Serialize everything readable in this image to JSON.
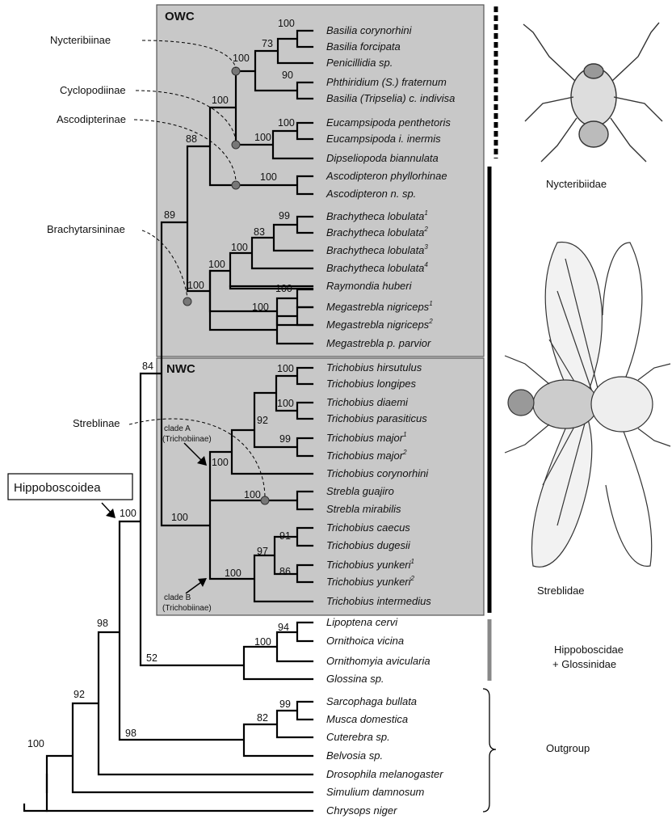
{
  "panels": {
    "owc": "OWC",
    "nwc": "NWC"
  },
  "subfamilies": {
    "nycteribiinae": "Nycteribiinae",
    "cyclopodiinae": "Cyclopodiinae",
    "ascodipterinae": "Ascodipterinae",
    "brachytarsininae": "Brachytarsininae",
    "streblinae": "Streblinae"
  },
  "hippoboscoidea": "Hippoboscoidea",
  "clade_a": {
    "line1": "clade A",
    "line2": "(Trichobiinae)"
  },
  "clade_b": {
    "line1": "clade B",
    "line2": "(Trichobiinae)"
  },
  "groups": {
    "nycteribiidae": "Nycteribiidae",
    "streblidae": "Streblidae",
    "hippo_line1": "Hippoboscidae",
    "hippo_line2": "+ Glossinidae",
    "outgroup": "Outgroup"
  },
  "taxa": [
    {
      "name": "Basilia corynorhini",
      "sup": ""
    },
    {
      "name": "Basilia forcipata",
      "sup": ""
    },
    {
      "name": "Penicillidia sp.",
      "sup": ""
    },
    {
      "name": "Phthiridium (S.) fraternum",
      "sup": ""
    },
    {
      "name": "Basilia (Tripselia) c. indivisa",
      "sup": ""
    },
    {
      "name": "Eucampsipoda penthetoris",
      "sup": ""
    },
    {
      "name": "Eucampsipoda i. inermis",
      "sup": ""
    },
    {
      "name": "Dipseliopoda biannulata",
      "sup": ""
    },
    {
      "name": "Ascodipteron phyllorhinae",
      "sup": ""
    },
    {
      "name": "Ascodipteron n. sp.",
      "sup": ""
    },
    {
      "name": "Brachytheca lobulata",
      "sup": "1"
    },
    {
      "name": "Brachytheca lobulata",
      "sup": "2"
    },
    {
      "name": "Brachytheca lobulata",
      "sup": "3"
    },
    {
      "name": "Brachytheca lobulata",
      "sup": "4"
    },
    {
      "name": "Raymondia huberi",
      "sup": ""
    },
    {
      "name": "Megastrebla nigriceps",
      "sup": "1"
    },
    {
      "name": "Megastrebla nigriceps",
      "sup": "2"
    },
    {
      "name": "Megastrebla p. parvior",
      "sup": ""
    },
    {
      "name": "Trichobius hirsutulus",
      "sup": ""
    },
    {
      "name": "Trichobius longipes",
      "sup": ""
    },
    {
      "name": "Trichobius diaemi",
      "sup": ""
    },
    {
      "name": "Trichobius parasiticus",
      "sup": ""
    },
    {
      "name": "Trichobius major",
      "sup": "1"
    },
    {
      "name": "Trichobius major",
      "sup": "2"
    },
    {
      "name": "Trichobius corynorhini",
      "sup": ""
    },
    {
      "name": "Strebla guajiro",
      "sup": ""
    },
    {
      "name": "Strebla mirabilis",
      "sup": ""
    },
    {
      "name": "Trichobius caecus",
      "sup": ""
    },
    {
      "name": "Trichobius dugesii",
      "sup": ""
    },
    {
      "name": "Trichobius yunkeri",
      "sup": "1"
    },
    {
      "name": "Trichobius yunkeri",
      "sup": "2"
    },
    {
      "name": "Trichobius intermedius",
      "sup": ""
    },
    {
      "name": "Lipoptena cervi",
      "sup": ""
    },
    {
      "name": "Ornithoica vicina",
      "sup": ""
    },
    {
      "name": "Ornithomyia avicularia",
      "sup": ""
    },
    {
      "name": "Glossina sp.",
      "sup": ""
    },
    {
      "name": "Sarcophaga bullata",
      "sup": ""
    },
    {
      "name": "Musca domestica",
      "sup": ""
    },
    {
      "name": "Cuterebra sp.",
      "sup": ""
    },
    {
      "name": "Belvosia sp.",
      "sup": ""
    },
    {
      "name": "Drosophila melanogaster",
      "sup": ""
    },
    {
      "name": "Simulium damnosum",
      "sup": ""
    },
    {
      "name": "Chrysops niger",
      "sup": ""
    }
  ],
  "support_values": {
    "basilia_pair": "100",
    "basilia_penicillidia": "73",
    "phthiridium_pair": "90",
    "nycteribiinae": "100",
    "eucampsipoda_pair": "100",
    "cyclopodiinae": "100",
    "nycteribiidae": "100",
    "ascodipteron_pair": "100",
    "owc_nyct_asco": "88",
    "owc": "89",
    "brachytheca_1_2": "99",
    "brachytheca_1_3": "83",
    "brachytheca_all": "100",
    "brachytheca_raymondia": "100",
    "brachytarsininae": "100",
    "megastrebla_nig": "100",
    "megastrebla": "100",
    "streblidae": "84",
    "hirsutulus_longipes": "100",
    "diaemi_parasiticus": "100",
    "major_pair": "99",
    "clade_a_inner": "92",
    "clade_a": "100",
    "strebla_pair": "100",
    "nwc": "100",
    "caecus_dugesii": "91",
    "yunkeri_pair": "86",
    "caecus_yunkeri": "97",
    "clade_b": "100",
    "hippoboscoidea": "100",
    "hippo_inner": "94",
    "hippo_group": "100",
    "hippo_glossina": "52",
    "outgroup_99": "99",
    "outgroup_82": "82",
    "calyptratae": "98",
    "schizophora": "98",
    "muscomorpha": "92",
    "root": "100"
  }
}
